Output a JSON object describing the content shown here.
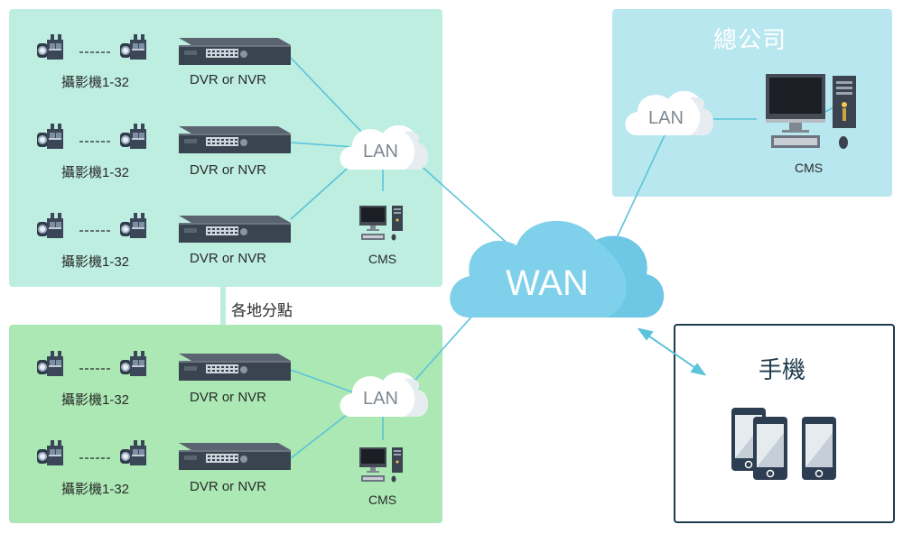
{
  "colors": {
    "branch_top_bg": "#bdeee0",
    "branch_bottom_bg": "#abe8b4",
    "hq_bg": "#b9e7ef",
    "mobile_border": "#1f3b4d",
    "link": "#5bc3da",
    "wan_cloud": "#7fd0ea"
  },
  "labels": {
    "wan": "WAN",
    "lan": "LAN",
    "camera": "攝影機1-32",
    "dvr": "DVR or NVR",
    "cms": "CMS",
    "branch_caption": "各地分點",
    "hq_title": "總公司",
    "mobile_title": "手機"
  },
  "icons": [
    "camera-icon",
    "dvr-icon",
    "computer-icon",
    "cloud-icon",
    "smartphone-icon",
    "double-arrow-icon"
  ]
}
